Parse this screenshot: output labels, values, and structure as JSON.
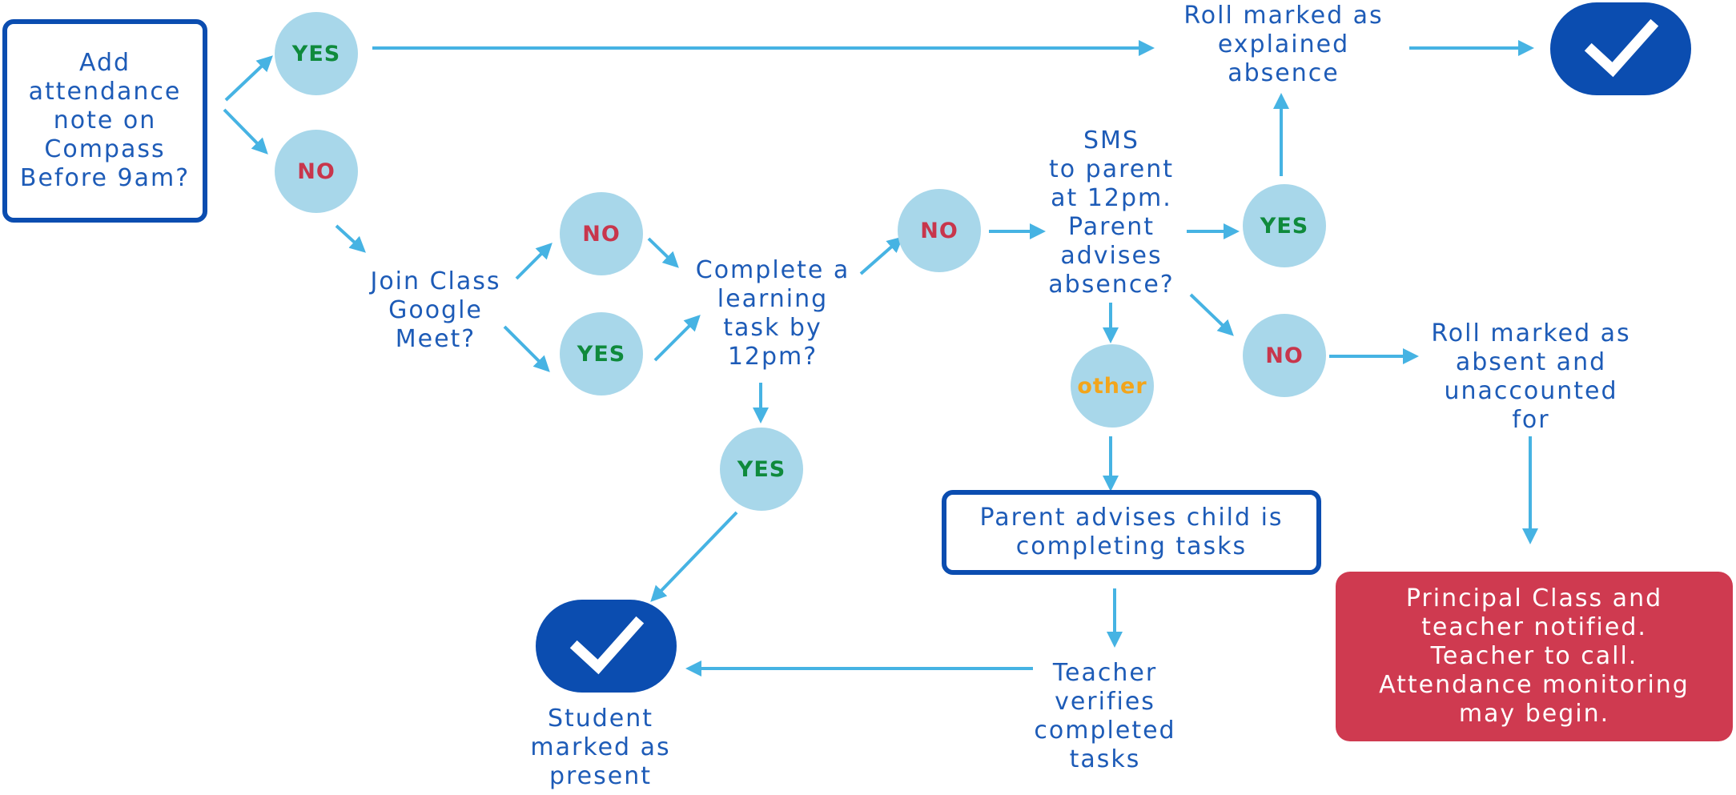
{
  "colors": {
    "arrow": "#46b3e3",
    "text": "#1d5bb7",
    "box_border": "#0b4db0",
    "circle_fill": "#a8d7ea",
    "yes": "#0f8a3c",
    "no": "#c8364c",
    "other": "#f3a51b",
    "alert_fill": "#cf3a50",
    "check_fill": "#0b4db0"
  },
  "nodes": {
    "start": "Add\nattendance\nnote on\nCompass\nBefore 9am?",
    "yes_1": "YES",
    "no_1": "NO",
    "roll_explained": "Roll marked as\nexplained\nabsence",
    "join_meet": "Join Class\nGoogle\nMeet?",
    "no_2": "NO",
    "yes_2": "YES",
    "learning_task": "Complete a\nlearning\ntask by\n12pm?",
    "no_3": "NO",
    "yes_3": "YES",
    "sms_parent": "SMS\nto parent\nat 12pm.\nParent\nadvises\nabsence?",
    "yes_4": "YES",
    "no_4": "NO",
    "other": "other",
    "roll_absent": "Roll marked as\nabsent and\nunaccounted\nfor",
    "parent_tasks": "Parent advises child is\ncompleting tasks",
    "teacher_verifies": "Teacher\nverifies\ncompleted\ntasks",
    "student_present": "Student\nmarked as\npresent",
    "principal": "Principal Class and\nteacher notified.\n Teacher to call.\nAttendance monitoring\nmay begin."
  },
  "icons": {
    "check_top": "checkmark-icon",
    "check_bottom": "checkmark-icon"
  }
}
